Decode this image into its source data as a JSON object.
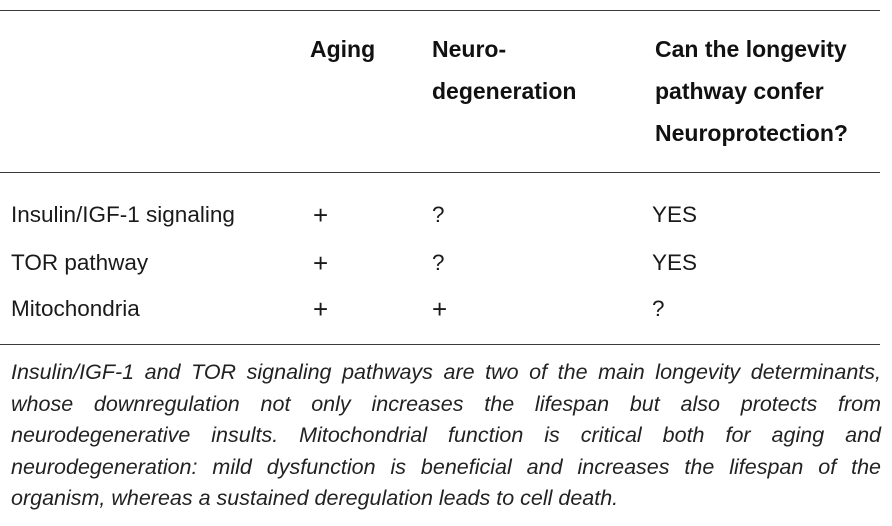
{
  "table": {
    "headers": [
      "Aging",
      "Neuro-\ndegeneration",
      "Can the longevity\npathway confer\nNeuroprotection?"
    ],
    "rows": [
      {
        "label": "Insulin/IGF-1 signaling",
        "aging": "+",
        "neuro": "?",
        "protect": "YES"
      },
      {
        "label": "TOR pathway",
        "aging": "+",
        "neuro": "?",
        "protect": "YES"
      },
      {
        "label": "Mitochondria",
        "aging": "+",
        "neuro": "+",
        "protect": "?"
      }
    ]
  },
  "caption": "Insulin/IGF-1 and TOR signaling pathways are two of the main longevity determinants, whose downregulation not only increases the lifespan but also protects from neurodegenerative insults. Mitochondrial function is critical both for aging and neurodegeneration: mild dysfunction is beneficial and increases the lifespan of the organism, whereas a sustained deregulation leads to cell death."
}
